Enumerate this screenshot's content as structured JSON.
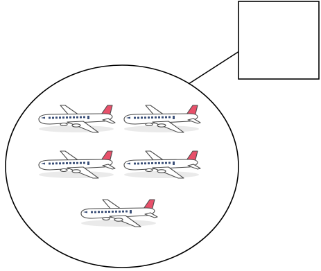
{
  "diagram": {
    "answer_box": {
      "value": ""
    },
    "group": {
      "item_icon": "airplane-icon",
      "item_count": 5,
      "rows": [
        2,
        2,
        1
      ]
    },
    "colors": {
      "stroke": "#000000",
      "plane_body": "#ffffff",
      "plane_outline": "#4a4a4a",
      "plane_windows": "#3a4f78",
      "plane_tail": "#e8506a",
      "plane_shadow": "#d9d9d9"
    }
  }
}
